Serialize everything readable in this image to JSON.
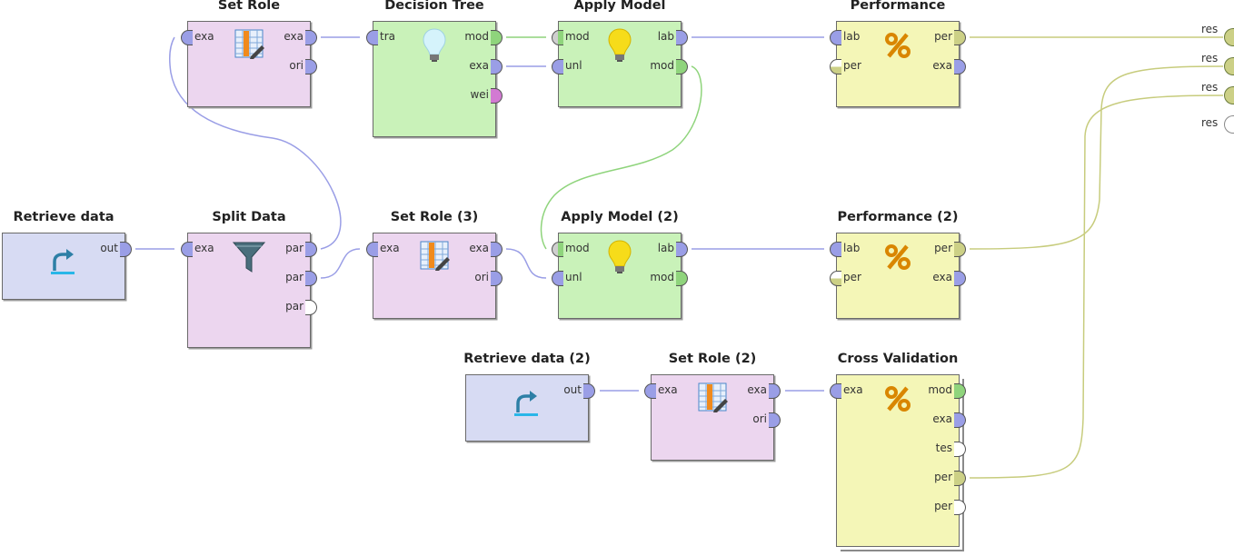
{
  "colors": {
    "canvas": "#ffffff",
    "data_op_fill": "#ecd6ef",
    "model_op_fill": "#c9f2b9",
    "perf_op_fill": "#f4f6b7",
    "retrieve_op_fill": "#d7dbf3",
    "example_port": "#9a9ee6",
    "model_port": "#8fd47c",
    "perf_port": "#ccd086",
    "weight_port": "#d27ad2",
    "empty_port": "#ffffff",
    "example_wire": "#9a9ee6",
    "model_wire": "#8fd47c",
    "perf_wire": "#c7cc7d"
  },
  "operators": {
    "set_role": {
      "title": "Set Role",
      "icon": "table-edit-icon",
      "in": [
        "exa"
      ],
      "out": [
        "exa",
        "ori"
      ]
    },
    "decision_tree": {
      "title": "Decision Tree",
      "icon": "lightbulb-off-icon",
      "in": [
        "tra"
      ],
      "out": [
        "mod",
        "exa",
        "wei"
      ]
    },
    "apply_model": {
      "title": "Apply Model",
      "icon": "lightbulb-on-icon",
      "in": [
        "mod",
        "unl"
      ],
      "out": [
        "lab",
        "mod"
      ]
    },
    "performance": {
      "title": "Performance",
      "icon": "percent-icon",
      "in": [
        "lab",
        "per"
      ],
      "out": [
        "per",
        "exa"
      ]
    },
    "retrieve_data": {
      "title": "Retrieve data",
      "icon": "retrieve-arrow-icon",
      "in": [],
      "out": [
        "out"
      ]
    },
    "split_data": {
      "title": "Split Data",
      "icon": "funnel-icon",
      "in": [
        "exa"
      ],
      "out": [
        "par",
        "par",
        "par"
      ]
    },
    "set_role_3": {
      "title": "Set Role (3)",
      "icon": "table-edit-icon",
      "in": [
        "exa"
      ],
      "out": [
        "exa",
        "ori"
      ]
    },
    "apply_model_2": {
      "title": "Apply Model (2)",
      "icon": "lightbulb-on-icon",
      "in": [
        "mod",
        "unl"
      ],
      "out": [
        "lab",
        "mod"
      ]
    },
    "performance_2": {
      "title": "Performance (2)",
      "icon": "percent-icon",
      "in": [
        "lab",
        "per"
      ],
      "out": [
        "per",
        "exa"
      ]
    },
    "retrieve_data_2": {
      "title": "Retrieve data (2)",
      "icon": "retrieve-arrow-icon",
      "in": [],
      "out": [
        "out"
      ]
    },
    "set_role_2": {
      "title": "Set Role (2)",
      "icon": "table-edit-icon",
      "in": [
        "exa"
      ],
      "out": [
        "exa",
        "ori"
      ]
    },
    "cross_validation": {
      "title": "Cross Validation",
      "icon": "percent-icon",
      "in": [
        "exa"
      ],
      "out": [
        "mod",
        "exa",
        "tes",
        "per",
        "per"
      ]
    }
  },
  "result_ports": [
    "res",
    "res",
    "res",
    "res"
  ]
}
